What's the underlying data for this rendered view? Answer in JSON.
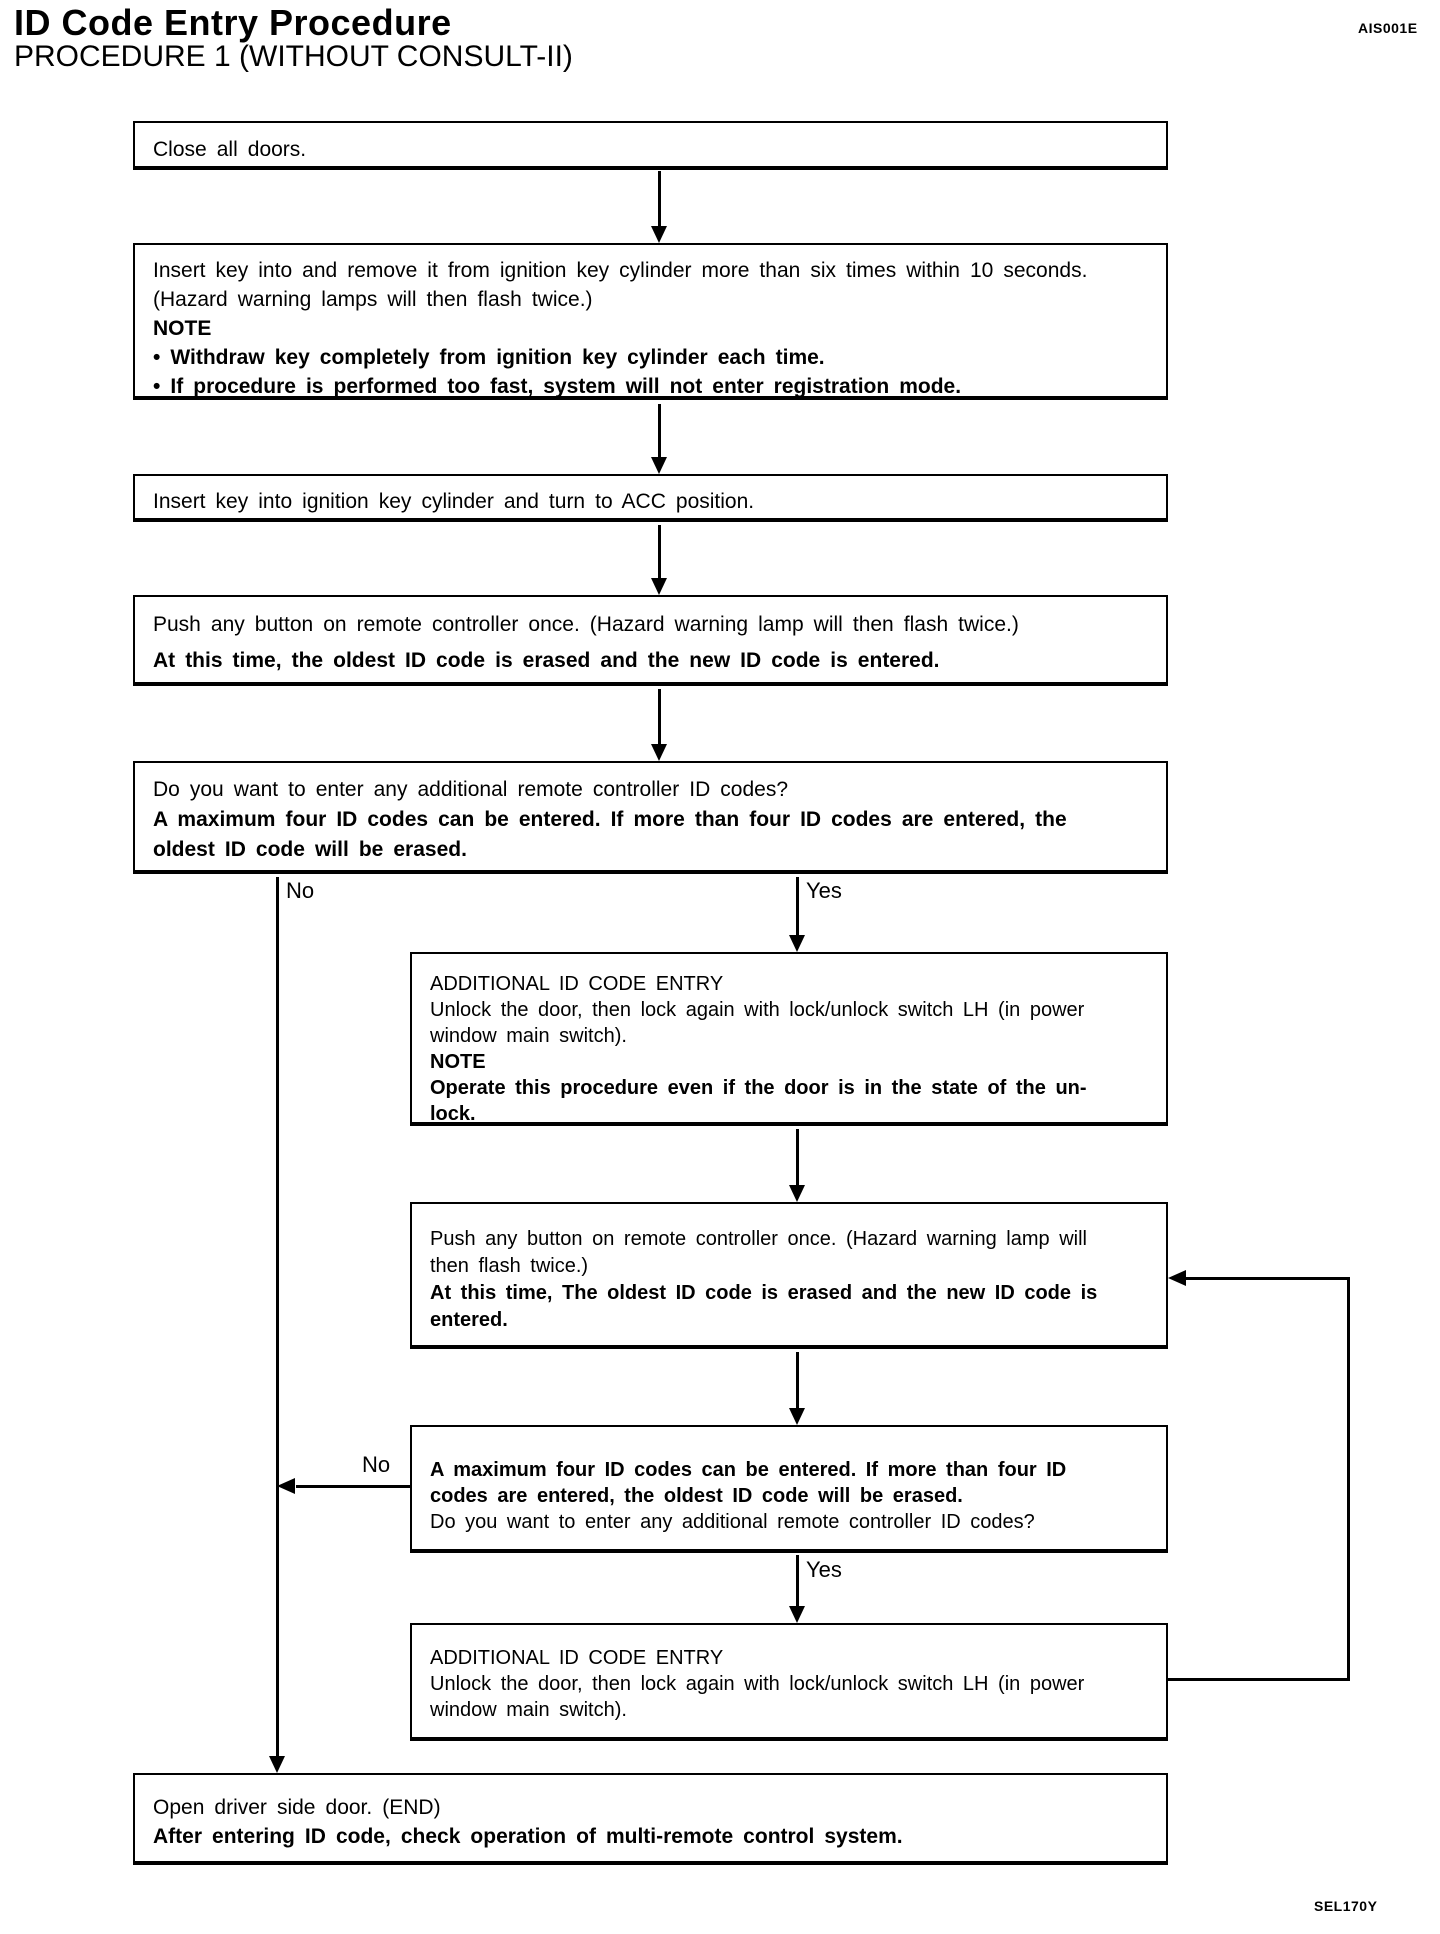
{
  "header": {
    "title": "ID Code Entry Procedure",
    "subtitle": "PROCEDURE 1 (WITHOUT CONSULT-II)",
    "doc_ref": "AIS001E"
  },
  "footer": {
    "figure_ref": "SEL170Y"
  },
  "labels": {
    "no1": "No",
    "yes1": "Yes",
    "no2": "No",
    "yes2": "Yes"
  },
  "boxes": {
    "close_doors": {
      "lines": [
        "Close all doors."
      ]
    },
    "insert_remove_key": {
      "lines": [
        "Insert key into and remove it from ignition key cylinder more than six times within 10 seconds.",
        "(Hazard warning lamps will then flash twice.)",
        "NOTE",
        "• Withdraw key completely from ignition key cylinder each time.",
        "• If procedure is performed too fast, system will not enter registration mode."
      ]
    },
    "turn_acc": {
      "lines": [
        "Insert key into ignition key cylinder and turn to ACC position."
      ]
    },
    "push_button": {
      "lines": [
        "Push any button on remote controller once. (Hazard warning lamp will then flash twice.)",
        "At this time, the oldest ID code is erased and the new ID code is entered."
      ]
    },
    "additional_question": {
      "lines": [
        "Do you want to enter any additional remote controller ID codes?",
        "A maximum four ID codes can be entered. If more than four ID codes are entered, the",
        "oldest ID code will be erased."
      ]
    },
    "additional_entry_1": {
      "lines": [
        "ADDITIONAL ID CODE ENTRY",
        "Unlock the door, then lock again with lock/unlock switch LH (in power",
        "window main switch).",
        "NOTE",
        "Operate this procedure even if the door is in the state of the un-",
        "lock."
      ]
    },
    "push_button_2": {
      "lines": [
        "Push any button on remote controller once. (Hazard warning lamp will",
        "then flash twice.)",
        "At this time, The oldest ID code is erased and the new ID code is",
        "entered."
      ]
    },
    "additional_question_2": {
      "lines": [
        "A maximum four ID codes can be entered. If more than four ID",
        "codes are entered, the oldest ID code will be erased.",
        "Do you want to enter any additional remote controller ID codes?"
      ]
    },
    "additional_entry_2": {
      "lines": [
        "ADDITIONAL ID CODE ENTRY",
        "Unlock the door, then lock again with lock/unlock switch LH (in power",
        "window main switch)."
      ]
    },
    "open_door_end": {
      "lines": [
        "Open driver side door. (END)",
        "After entering ID code, check operation of multi-remote control system."
      ]
    }
  }
}
